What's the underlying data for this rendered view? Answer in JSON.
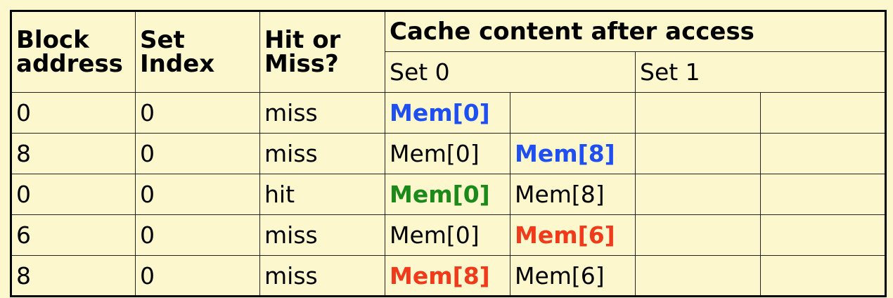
{
  "table": {
    "headers": {
      "block_address": [
        "Block",
        "address"
      ],
      "set_index": [
        "Set",
        "Index"
      ],
      "hit_or_miss": [
        "Hit or",
        "Miss?"
      ],
      "cache_content": "Cache content after access",
      "set0": "Set 0",
      "set1": "Set 1"
    },
    "rows": [
      {
        "block": "0",
        "set": "0",
        "result": "miss",
        "cells": [
          {
            "text": "Mem[0]",
            "color": "blue",
            "bold": true
          },
          {
            "text": "",
            "color": "black",
            "bold": false
          },
          {
            "text": "",
            "color": "black",
            "bold": false
          },
          {
            "text": "",
            "color": "black",
            "bold": false
          }
        ]
      },
      {
        "block": "8",
        "set": "0",
        "result": "miss",
        "cells": [
          {
            "text": "Mem[0]",
            "color": "black",
            "bold": false
          },
          {
            "text": "Mem[8]",
            "color": "blue",
            "bold": true
          },
          {
            "text": "",
            "color": "black",
            "bold": false
          },
          {
            "text": "",
            "color": "black",
            "bold": false
          }
        ]
      },
      {
        "block": "0",
        "set": "0",
        "result": "hit",
        "cells": [
          {
            "text": "Mem[0]",
            "color": "green",
            "bold": true
          },
          {
            "text": "Mem[8]",
            "color": "black",
            "bold": false
          },
          {
            "text": "",
            "color": "black",
            "bold": false
          },
          {
            "text": "",
            "color": "black",
            "bold": false
          }
        ]
      },
      {
        "block": "6",
        "set": "0",
        "result": "miss",
        "cells": [
          {
            "text": "Mem[0]",
            "color": "black",
            "bold": false
          },
          {
            "text": "Mem[6]",
            "color": "red",
            "bold": true
          },
          {
            "text": "",
            "color": "black",
            "bold": false
          },
          {
            "text": "",
            "color": "black",
            "bold": false
          }
        ]
      },
      {
        "block": "8",
        "set": "0",
        "result": "miss",
        "cells": [
          {
            "text": "Mem[8]",
            "color": "red",
            "bold": true
          },
          {
            "text": "Mem[6]",
            "color": "black",
            "bold": false
          },
          {
            "text": "",
            "color": "black",
            "bold": false
          },
          {
            "text": "",
            "color": "black",
            "bold": false
          }
        ]
      }
    ]
  },
  "colors": {
    "background": "#fdf7cd",
    "blue": "#1f4ff0",
    "green": "#1b8a1b",
    "red": "#f03a1c",
    "black": "#000000"
  }
}
